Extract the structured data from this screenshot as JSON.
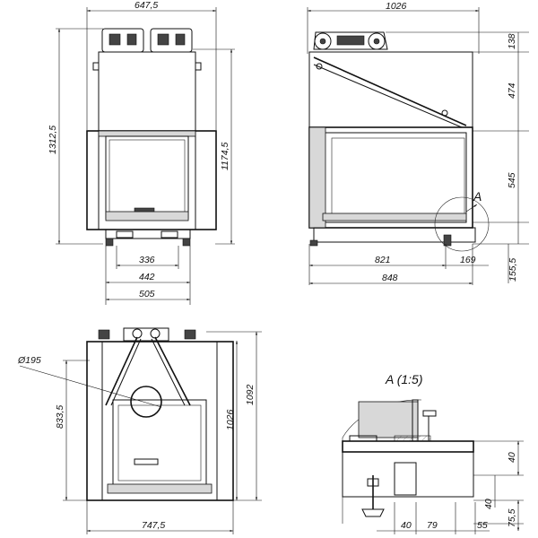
{
  "front_view": {
    "width_top": "647,5",
    "height_total": "1312,5",
    "height_body": "1174,5",
    "dim_336": "336",
    "dim_442": "442",
    "dim_505": "505"
  },
  "side_view": {
    "width_top": "1026",
    "dim_138": "138",
    "dim_474": "474",
    "dim_545": "545",
    "dim_821": "821",
    "dim_848": "848",
    "dim_169": "169",
    "dim_155": "155,5",
    "detail_marker": "A"
  },
  "plan_view": {
    "diameter": "Ø195",
    "dim_833": "833,5",
    "dim_1026": "1026",
    "dim_1092": "1092",
    "width_bottom": "747,5"
  },
  "detail_view": {
    "title": "A (1:5)",
    "dim_40_a": "40",
    "dim_40_b": "40",
    "dim_75": "75,5",
    "dim_40_c": "40",
    "dim_79": "79",
    "dim_55": "55"
  }
}
